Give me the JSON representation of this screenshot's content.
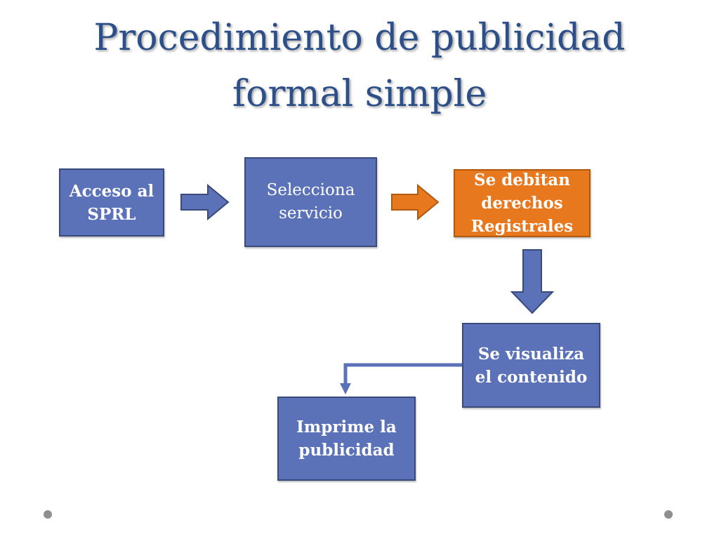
{
  "title": {
    "line1": "Procedimiento de publicidad",
    "line2": "formal simple"
  },
  "steps": [
    {
      "text": "Acceso al\nSPRL",
      "color": "#5b72b8"
    },
    {
      "text": "Selecciona\nservicio",
      "color": "#5b72b8"
    },
    {
      "text": "Se debitan\nderechos\nRegistrales",
      "color": "#e8781e"
    },
    {
      "text": "Se visualiza\nel contenido",
      "color": "#5b72b8"
    },
    {
      "text": "Imprime la\npublicidad",
      "color": "#5b72b8"
    }
  ],
  "colors": {
    "title": "#2c4f8a",
    "box_blue": "#5b72b8",
    "box_orange": "#e8781e",
    "dots": "#8f8f8f"
  }
}
